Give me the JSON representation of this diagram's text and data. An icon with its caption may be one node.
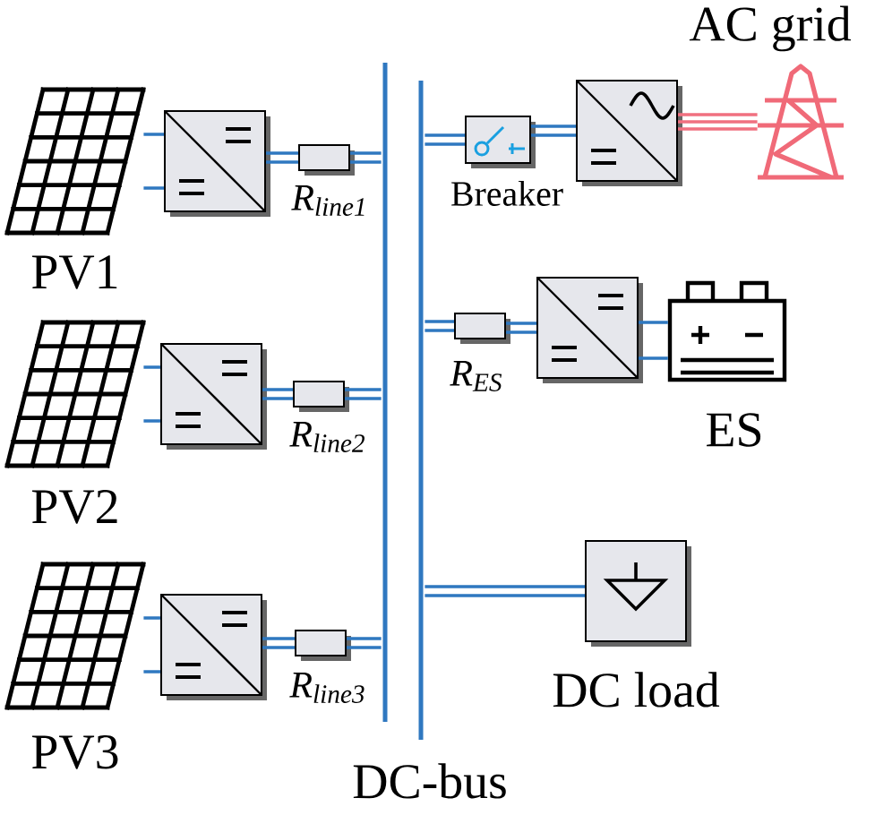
{
  "diagram": {
    "nodes": [
      {
        "text": [
          "PV1"
        ]
      },
      {
        "text": [],
        "shape": "box"
      },
      {
        "text": [],
        "shape": "box",
        "beside": [
          "R$_{line1}$"
        ]
      },
      {
        "text": [
          "PV2"
        ]
      },
      {
        "text": [],
        "shape": "box"
      },
      {
        "text": [],
        "shape": "box",
        "beside": [
          "R$_{line2}$"
        ]
      },
      {
        "text": [
          "PV3"
        ]
      },
      {
        "text": [],
        "shape": "box"
      },
      {
        "text": [],
        "shape": "box",
        "beside": [
          "R$_{line3}$"
        ]
      },
      {
        "text": [
          "DC-bus"
        ]
      },
      {
        "text": [],
        "shape": "box",
        "beside": [
          "Breaker"
        ]
      },
      {
        "text": [],
        "shape": "box"
      },
      {
        "text": [
          "AC grid"
        ]
      },
      {
        "text": [],
        "shape": "box",
        "beside": [
          "R$_{ES}$"
        ]
      },
      {
        "text": [],
        "shape": "box"
      },
      {
        "text": [
          "ES"
        ]
      },
      {
        "text": [
          "DC load"
        ]
      }
    ],
    "edges": [
      {
        "from": 0,
        "to": 1,
        "arrow": "none"
      },
      {
        "from": 1,
        "to": 2,
        "arrow": "none"
      },
      {
        "from": 2,
        "to": 9,
        "arrow": "none"
      },
      {
        "from": 3,
        "to": 4,
        "arrow": "none"
      },
      {
        "from": 4,
        "to": 5,
        "arrow": "none"
      },
      {
        "from": 5,
        "to": 9,
        "arrow": "none"
      },
      {
        "from": 6,
        "to": 7,
        "arrow": "none"
      },
      {
        "from": 7,
        "to": 8,
        "arrow": "none"
      },
      {
        "from": 8,
        "to": 9,
        "arrow": "none"
      },
      {
        "from": 9,
        "to": 10,
        "arrow": "none"
      },
      {
        "from": 10,
        "to": 11,
        "arrow": "none"
      },
      {
        "from": 11,
        "to": 12,
        "arrow": "none",
        "color": "#f07080"
      },
      {
        "from": 9,
        "to": 13,
        "arrow": "none"
      },
      {
        "from": 13,
        "to": 14,
        "arrow": "none"
      },
      {
        "from": 14,
        "to": 15,
        "arrow": "none"
      },
      {
        "from": 9,
        "to": 16,
        "arrow": "none"
      }
    ]
  }
}
